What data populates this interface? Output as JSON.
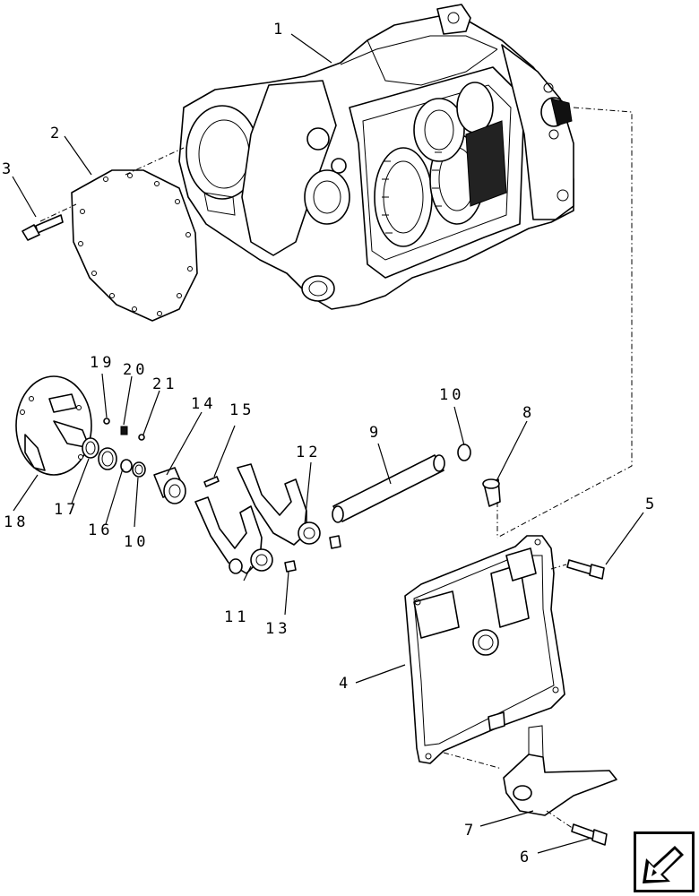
{
  "diagram": {
    "callouts": [
      {
        "id": "c1",
        "text": "1"
      },
      {
        "id": "c2",
        "text": "2"
      },
      {
        "id": "c3",
        "text": "3"
      },
      {
        "id": "c4",
        "text": "4"
      },
      {
        "id": "c5",
        "text": "5"
      },
      {
        "id": "c6",
        "text": "6"
      },
      {
        "id": "c7",
        "text": "7"
      },
      {
        "id": "c8",
        "text": "8"
      },
      {
        "id": "c9",
        "text": "9"
      },
      {
        "id": "c10a",
        "text": "10"
      },
      {
        "id": "c10b",
        "text": "10"
      },
      {
        "id": "c11",
        "text": "11"
      },
      {
        "id": "c12",
        "text": "12"
      },
      {
        "id": "c13",
        "text": "13"
      },
      {
        "id": "c14",
        "text": "14"
      },
      {
        "id": "c15",
        "text": "15"
      },
      {
        "id": "c16",
        "text": "16"
      },
      {
        "id": "c17",
        "text": "17"
      },
      {
        "id": "c18",
        "text": "18"
      },
      {
        "id": "c19",
        "text": "19"
      },
      {
        "id": "c20",
        "text": "20"
      },
      {
        "id": "c21",
        "text": "21"
      }
    ]
  },
  "nav": {
    "icon": "previous-page-arrow-icon"
  }
}
